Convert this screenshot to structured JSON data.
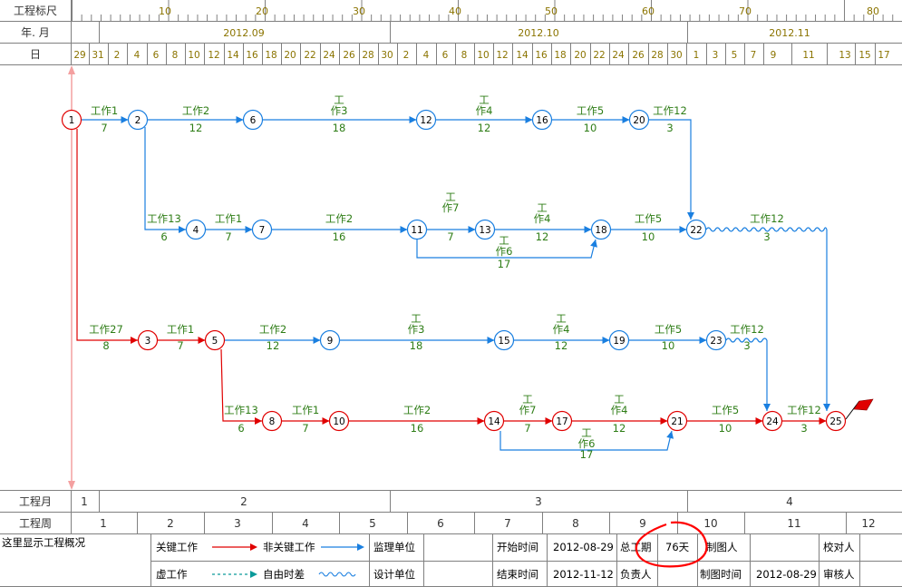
{
  "header": {
    "scale_label": "工程标尺",
    "scale_ticks": [
      "10",
      "20",
      "30",
      "40",
      "50",
      "60",
      "70",
      "80"
    ],
    "yearmonth_label": "年. 月",
    "months": [
      "2012.09",
      "2012.10",
      "2012.11"
    ],
    "day_label": "日",
    "days": [
      "29",
      "31",
      "2",
      "4",
      "6",
      "8",
      "10",
      "12",
      "14",
      "16",
      "18",
      "20",
      "22",
      "24",
      "26",
      "28",
      "30",
      "2",
      "4",
      "6",
      "8",
      "10",
      "12",
      "14",
      "16",
      "18",
      "20",
      "22",
      "24",
      "26",
      "28",
      "30",
      "1",
      "3",
      "5",
      "7",
      "9",
      "11",
      "13",
      "15",
      "17"
    ]
  },
  "footer": {
    "project_month_label": "工程月",
    "project_months": [
      "1",
      "2",
      "3",
      "4"
    ],
    "project_week_label": "工程周",
    "project_weeks": [
      "1",
      "2",
      "3",
      "4",
      "5",
      "6",
      "7",
      "8",
      "9",
      "10",
      "11",
      "12"
    ],
    "overview_text": "这里显示工程概况",
    "legend": {
      "critical": "关键工作",
      "non_critical": "非关键工作",
      "supervisor": "监理单位",
      "dummy": "虚工作",
      "free_float": "自由时差",
      "designer": "设计单位"
    },
    "info": {
      "start_label": "开始时间",
      "start_value": "2012-08-29",
      "duration_label": "总工期",
      "duration_value": "76天",
      "drawer_label": "制图人",
      "proofreader_label": "校对人",
      "end_label": "结束时间",
      "end_value": "2012-11-12",
      "owner_label": "负责人",
      "draw_date_label": "制图时间",
      "draw_date_value": "2012-08-29",
      "reviewer_label": "审核人"
    }
  },
  "network": {
    "nodes": [
      {
        "id": "1",
        "critical": true
      },
      {
        "id": "2",
        "critical": false
      },
      {
        "id": "6",
        "critical": false
      },
      {
        "id": "12",
        "critical": false
      },
      {
        "id": "16",
        "critical": false
      },
      {
        "id": "20",
        "critical": false
      },
      {
        "id": "4",
        "critical": false
      },
      {
        "id": "7",
        "critical": false
      },
      {
        "id": "11",
        "critical": false
      },
      {
        "id": "13",
        "critical": false
      },
      {
        "id": "18",
        "critical": false
      },
      {
        "id": "22",
        "critical": false
      },
      {
        "id": "3",
        "critical": true
      },
      {
        "id": "5",
        "critical": true
      },
      {
        "id": "9",
        "critical": false
      },
      {
        "id": "15",
        "critical": false
      },
      {
        "id": "19",
        "critical": false
      },
      {
        "id": "23",
        "critical": false
      },
      {
        "id": "8",
        "critical": true
      },
      {
        "id": "10",
        "critical": true
      },
      {
        "id": "14",
        "critical": true
      },
      {
        "id": "17",
        "critical": true
      },
      {
        "id": "21",
        "critical": true
      },
      {
        "id": "24",
        "critical": true
      },
      {
        "id": "25",
        "critical": true
      }
    ],
    "activities": [
      {
        "name": "工作1",
        "duration": "7",
        "critical": false
      },
      {
        "name": "工作2",
        "duration": "12",
        "critical": false
      },
      {
        "name": "工作3",
        "duration": "18",
        "critical": false
      },
      {
        "name": "工作4",
        "duration": "12",
        "critical": false
      },
      {
        "name": "工作5",
        "duration": "10",
        "critical": false
      },
      {
        "name": "工作12",
        "duration": "3",
        "critical": false
      },
      {
        "name": "工作13",
        "duration": "6",
        "critical": false
      },
      {
        "name": "工作1",
        "duration": "7",
        "critical": false
      },
      {
        "name": "工作2",
        "duration": "16",
        "critical": false
      },
      {
        "name": "工作7",
        "duration": "7",
        "critical": false
      },
      {
        "name": "工作4",
        "duration": "12",
        "critical": false
      },
      {
        "name": "工作6",
        "duration": "17",
        "critical": false
      },
      {
        "name": "工作5",
        "duration": "10",
        "critical": false
      },
      {
        "name": "工作12",
        "duration": "3",
        "critical": false
      },
      {
        "name": "工作27",
        "duration": "8",
        "critical": true
      },
      {
        "name": "工作1",
        "duration": "7",
        "critical": true
      },
      {
        "name": "工作2",
        "duration": "12",
        "critical": false
      },
      {
        "name": "工作3",
        "duration": "18",
        "critical": false
      },
      {
        "name": "工作4",
        "duration": "12",
        "critical": false
      },
      {
        "name": "工作5",
        "duration": "10",
        "critical": false
      },
      {
        "name": "工作12",
        "duration": "3",
        "critical": false
      },
      {
        "name": "工作13",
        "duration": "6",
        "critical": true
      },
      {
        "name": "工作1",
        "duration": "7",
        "critical": true
      },
      {
        "name": "工作2",
        "duration": "16",
        "critical": true
      },
      {
        "name": "工作7",
        "duration": "7",
        "critical": true
      },
      {
        "name": "工作4",
        "duration": "12",
        "critical": true
      },
      {
        "name": "工作6",
        "duration": "17",
        "critical": false
      },
      {
        "name": "工作5",
        "duration": "10",
        "critical": true
      },
      {
        "name": "工作12",
        "duration": "3",
        "critical": true
      }
    ]
  },
  "colors": {
    "critical": "#e00000",
    "non_critical": "#1a7fe0",
    "activity_label": "#2e7d16",
    "scale_text": "#8b7400",
    "grid": "#808080",
    "annotation": "#ff0000",
    "timeline": "#f4a0a0"
  },
  "icons": {
    "flag": "red-flag-icon"
  }
}
